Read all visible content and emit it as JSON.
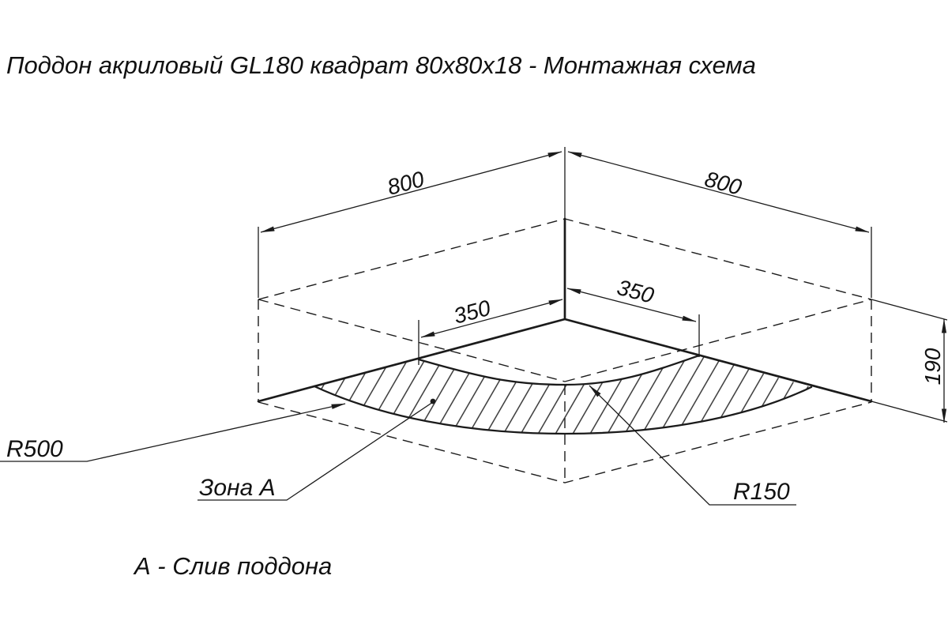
{
  "title": "Поддон акриловый  GL180 квадрат 80х80х18 - Монтажная схема",
  "footnote": "А - Слив поддона",
  "dimensions": {
    "width_left": "800",
    "width_right": "800",
    "offset_left": "350",
    "offset_right": "350",
    "height": "190"
  },
  "labels": {
    "outer_radius": "R500",
    "zone": "Зона А",
    "inner_radius": "R150"
  },
  "colors": {
    "line": "#1b1b1b",
    "background": "#ffffff"
  }
}
